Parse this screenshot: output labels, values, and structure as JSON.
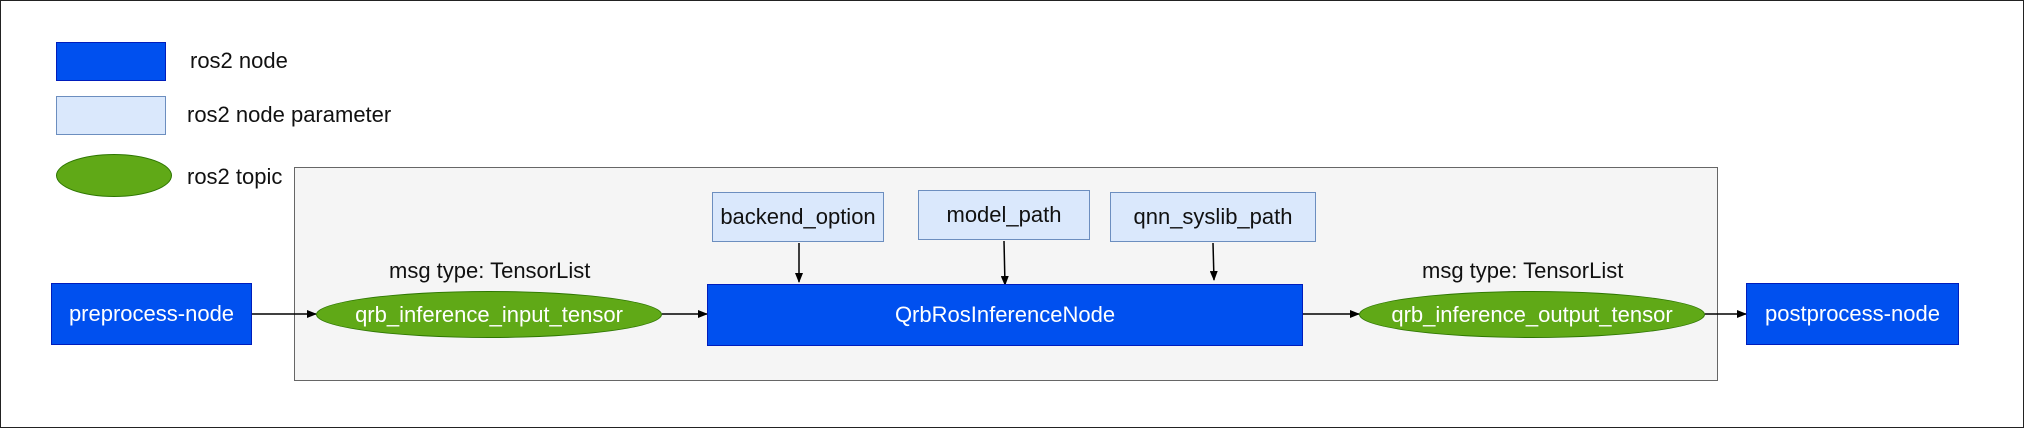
{
  "legend": {
    "node_label": "ros2 node",
    "param_label": "ros2 node parameter",
    "topic_label": "ros2 topic"
  },
  "nodes": {
    "preprocess": "preprocess-node",
    "inference": "QrbRosInferenceNode",
    "postprocess": "postprocess-node"
  },
  "params": {
    "backend_option": "backend_option",
    "model_path": "model_path",
    "qnn_syslib_path": "qnn_syslib_path"
  },
  "topics": {
    "input": "qrb_inference_input_tensor",
    "output": "qrb_inference_output_tensor"
  },
  "msg_labels": {
    "input": "msg type: TensorList",
    "output": "msg type: TensorList"
  },
  "colors": {
    "node_fill": "#0050EF",
    "param_fill": "#DAE8FC",
    "topic_fill": "#60A917",
    "container_fill": "#F5F5F5"
  }
}
